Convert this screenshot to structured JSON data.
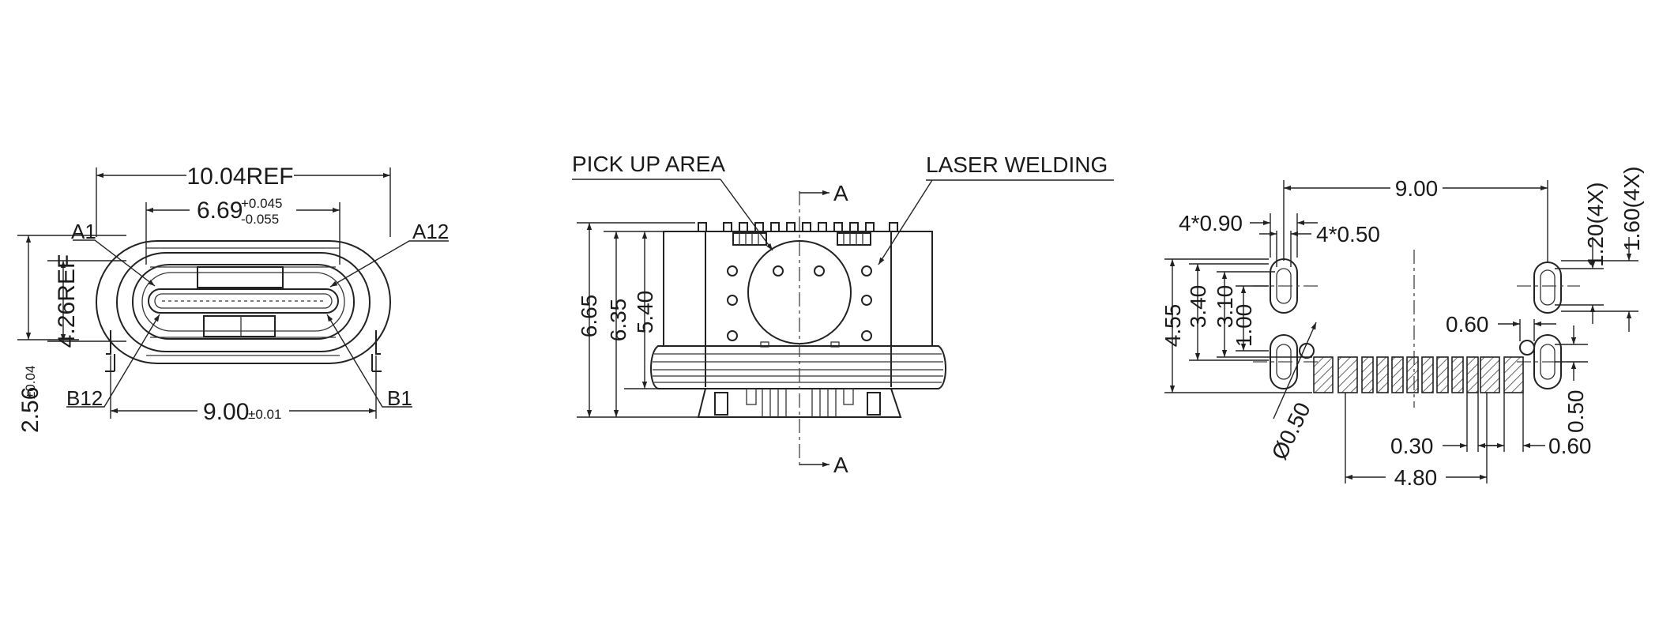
{
  "front_view": {
    "width_ref": "10.04REF",
    "opening_width": "6.69",
    "opening_tol_plus": "+0.045",
    "opening_tol_minus": "-0.055",
    "height_ref": "4.26REF",
    "height": "2.56",
    "height_tol": "±0.04",
    "pitch_width": "9.00",
    "pitch_tol": "±0.01",
    "pin_a1": "A1",
    "pin_a12": "A12",
    "pin_b12": "B12",
    "pin_b1": "B1"
  },
  "top_view": {
    "pick_up_area": "PICK UP AREA",
    "laser_welding": "LASER WELDING",
    "section_top": "A",
    "section_bottom": "A",
    "dim_665": "6.65",
    "dim_635": "6.35",
    "dim_540": "5.40"
  },
  "footprint": {
    "width_900": "9.00",
    "slot_090": "4*0.90",
    "slot_050": "4*0.50",
    "dim_120": "1.20(4X)",
    "dim_160": "1.60(4X)",
    "dim_455": "4.55",
    "dim_340": "3.40",
    "dim_310": "3.10",
    "dim_100": "1.00",
    "dim_060_upper": "0.60",
    "dim_050": "0.50",
    "dim_diameter": "Ø0.50",
    "dim_030": "0.30",
    "dim_060_lower": "0.60",
    "dim_480": "4.80"
  }
}
